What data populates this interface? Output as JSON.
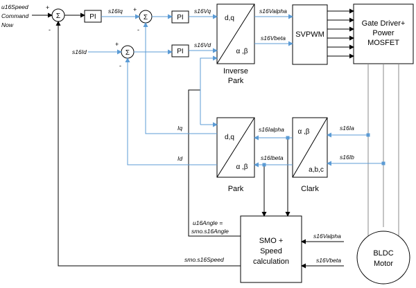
{
  "inputs": {
    "speed_command_line1": "u16Speed",
    "speed_command_line2": "Command",
    "speed_command_line3": "Now",
    "s16id": "s16Id"
  },
  "blocks": {
    "pi_speed": "PI",
    "pi_q": "PI",
    "pi_d": "PI",
    "sum_symbol": "Σ",
    "svpwm": "SVPWM",
    "gate_driver_line1": "Gate Driver+",
    "gate_driver_line2": "Power",
    "gate_driver_line3": "MOSFET",
    "inverse_park_label_line1": "Inverse",
    "inverse_park_label_line2": "Park",
    "park_label": "Park",
    "clark_label": "Clark",
    "dq": "d,q",
    "alpha_beta_inv": "α ,β",
    "alpha_beta_park": "α ,β",
    "alpha_beta_clark": "α ,β",
    "abc": "a,b,c",
    "smo_line1": "SMO +",
    "smo_line2": "Speed",
    "smo_line3": "calculation",
    "motor_line1": "BLDC",
    "motor_line2": "Motor"
  },
  "signals": {
    "s16iq": "s16Iq",
    "s16vq": "s16Vq",
    "s16vd": "s16Vd",
    "s16valpha_top": "s16Valpha",
    "s16vbeta_top": "s16Vbeta",
    "iq": "Iq",
    "id": "Id",
    "s16ialpha": "s16Ialpha",
    "s16ibeta": "s16Ibeta",
    "s16ia": "s16Ia",
    "s16ib": "s16Ib",
    "angle_line1": "u16Angle =",
    "angle_line2": "smo.s16Angle",
    "speed_fb": "smo.s16Speed",
    "s16valpha_smo": "s16Valpha",
    "s16vbeta_smo": "s16Vbeta"
  },
  "signs": {
    "plus": "+",
    "minus": "-"
  },
  "colors": {
    "signal_line": "#5b9bd5",
    "block_border": "#000000",
    "motor_wire": "#8a8a8a"
  }
}
